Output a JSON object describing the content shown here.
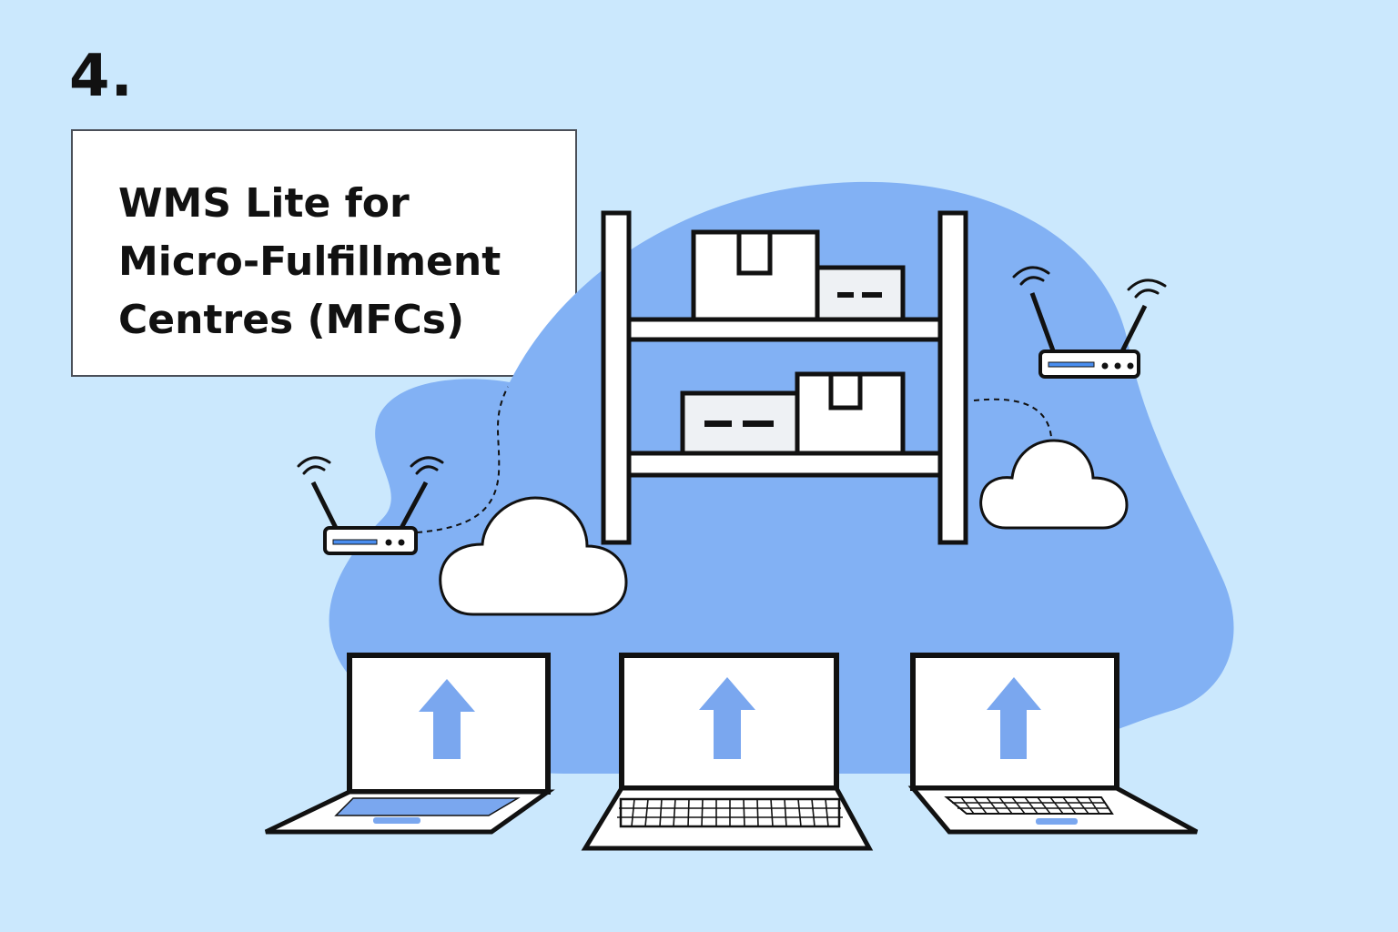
{
  "step": {
    "number": "4."
  },
  "title": {
    "lines": [
      "WMS Lite for",
      "Micro-Fulfillment",
      "Centres (MFCs)"
    ]
  },
  "colors": {
    "background": "#cbe8fd",
    "blob": "#82b1f4",
    "accent": "#4a8ef0",
    "accent_light": "#7aa7ef",
    "outline": "#111111",
    "box_fill": "#eef1f4"
  },
  "icons": {
    "shelf": "warehouse-shelf-icon",
    "box": "cardboard-box-icon",
    "router": "wifi-router-icon",
    "cloud": "cloud-icon",
    "laptop": "laptop-icon",
    "upload": "upload-arrow-icon"
  }
}
